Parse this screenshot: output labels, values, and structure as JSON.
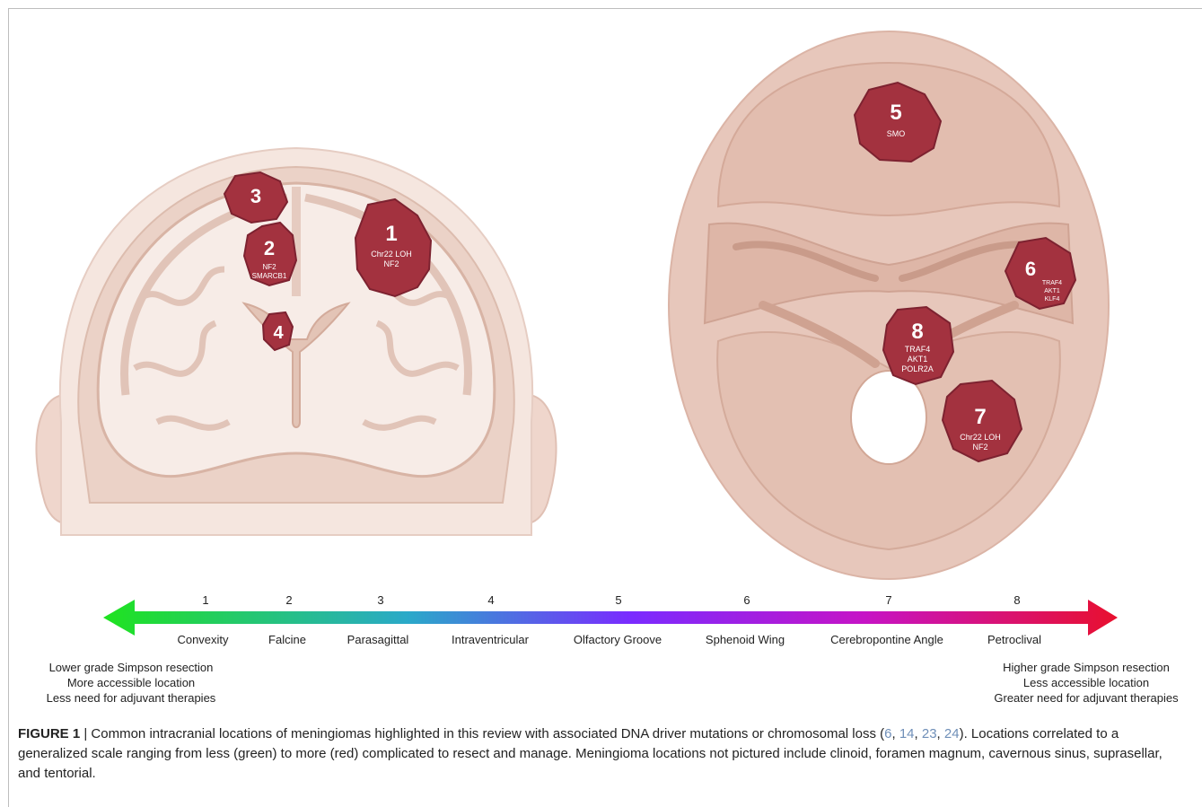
{
  "tumors": [
    {
      "number": "1",
      "genes": [
        "Chr22 LOH",
        "NF2"
      ]
    },
    {
      "number": "2",
      "genes": [
        "NF2",
        "SMARCB1"
      ]
    },
    {
      "number": "3",
      "genes": []
    },
    {
      "number": "4",
      "genes": []
    },
    {
      "number": "5",
      "genes": [
        "SMO"
      ]
    },
    {
      "number": "6",
      "genes": [
        "TRAF4",
        "AKT1",
        "KLF4"
      ]
    },
    {
      "number": "7",
      "genes": [
        "Chr22 LOH",
        "NF2"
      ]
    },
    {
      "number": "8",
      "genes": [
        "TRAF4",
        "AKT1",
        "POLR2A"
      ]
    }
  ],
  "scale": {
    "gradient_colors": [
      "#1fe31f",
      "#2aa9c9",
      "#7a2bff",
      "#c614c6",
      "#e8102e"
    ],
    "steps": [
      {
        "number": "1",
        "label": "Convexity"
      },
      {
        "number": "2",
        "label": "Falcine"
      },
      {
        "number": "3",
        "label": "Parasagittal"
      },
      {
        "number": "4",
        "label": "Intraventricular"
      },
      {
        "number": "5",
        "label": "Olfactory Groove"
      },
      {
        "number": "6",
        "label": "Sphenoid Wing"
      },
      {
        "number": "7",
        "label": "Cerebropontine Angle"
      },
      {
        "number": "8",
        "label": "Petroclival"
      }
    ],
    "left_note": [
      "Lower grade Simpson resection",
      "More accessible location",
      "Less need for adjuvant therapies"
    ],
    "right_note": [
      "Higher grade Simpson resection",
      "Less accessible location",
      "Greater need for adjuvant therapies"
    ]
  },
  "caption": {
    "label": "FIGURE 1",
    "separator": " | ",
    "text_before_refs": "Common intracranial locations of meningiomas highlighted in this review with associated DNA driver mutations or chromosomal loss (",
    "refs": [
      "6",
      "14",
      "23",
      "24"
    ],
    "text_after_refs": "). Locations correlated to a generalized scale ranging from less (green) to more (red) complicated to resect and manage. Meningioma locations not pictured include clinoid, foramen magnum, cavernous sinus, suprasellar, and tentorial."
  },
  "colors": {
    "tumor": "#a3323f",
    "skull": "#e3bcaf",
    "scalp": "#f4e4dd",
    "brain": "#f2e4de"
  }
}
